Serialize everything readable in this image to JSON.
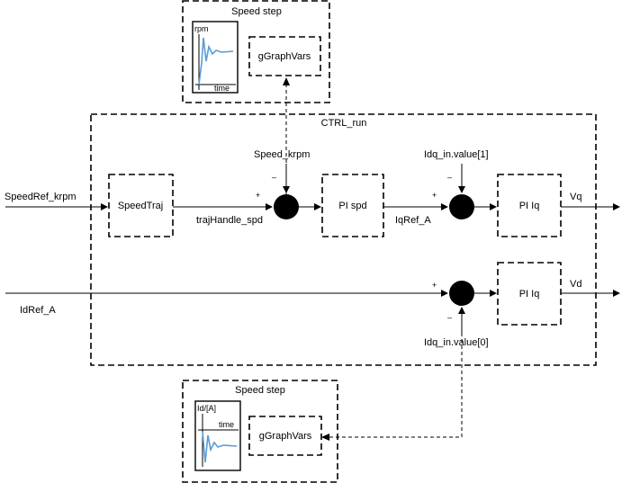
{
  "top_graph": {
    "title": "Speed step",
    "ylabel": "rpm",
    "xlabel": "time",
    "var_label": "gGraphVars",
    "curve_color": "#5b9bd5"
  },
  "bottom_graph": {
    "title": "Speed step",
    "ylabel": "Id/[A]",
    "xlabel": "time",
    "var_label": "gGraphVars",
    "curve_color": "#5b9bd5"
  },
  "ctrl_run": {
    "title": "CTRL_run"
  },
  "blocks": {
    "speed_traj": "SpeedTraj",
    "pi_spd": "PI spd",
    "pi_iq_top": "PI Iq",
    "pi_iq_bottom": "PI Iq"
  },
  "signals": {
    "speed_ref_in": "SpeedRef_krpm",
    "idref_in": "IdRef_A",
    "traj_handle": "trajHandle_spd",
    "speed_feedback": "Speed_krpm",
    "iq_ref": "IqRef_A",
    "idq_in_1": "Idq_in.value[1]",
    "idq_in_0": "Idq_in.value[0]",
    "vq_out": "Vq",
    "vd_out": "Vd"
  },
  "signs": {
    "plus": "+",
    "minus": "–"
  }
}
